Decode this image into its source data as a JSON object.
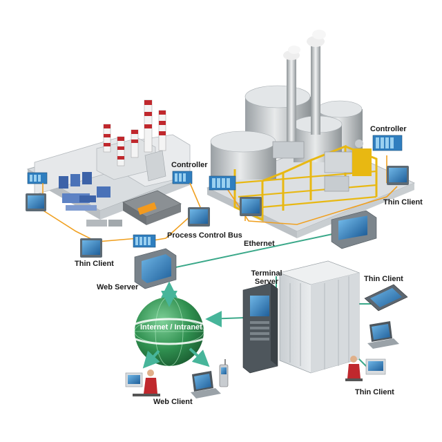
{
  "labels": {
    "controller_left": "Controller",
    "controller_right": "Controller",
    "thin_client_left": "Thin Client",
    "thin_client_right": "Thin Client",
    "thin_client_tablet": "Thin Client",
    "thin_client_bottom": "Thin Client",
    "process_control_bus": "Process Control Bus",
    "ethernet": "Ethernet",
    "web_server": "Web Server",
    "terminal_server_line1": "Terminal",
    "terminal_server_line2": "Server",
    "internet_intranet": "Internet / Intranet",
    "web_client": "Web Client"
  },
  "colors": {
    "ethernet_line": "#3aa889",
    "bus_line": "#f0a020",
    "globe": "#2f8f4f",
    "arrow": "#47b59a",
    "plant_frame": "#f2c21a"
  }
}
